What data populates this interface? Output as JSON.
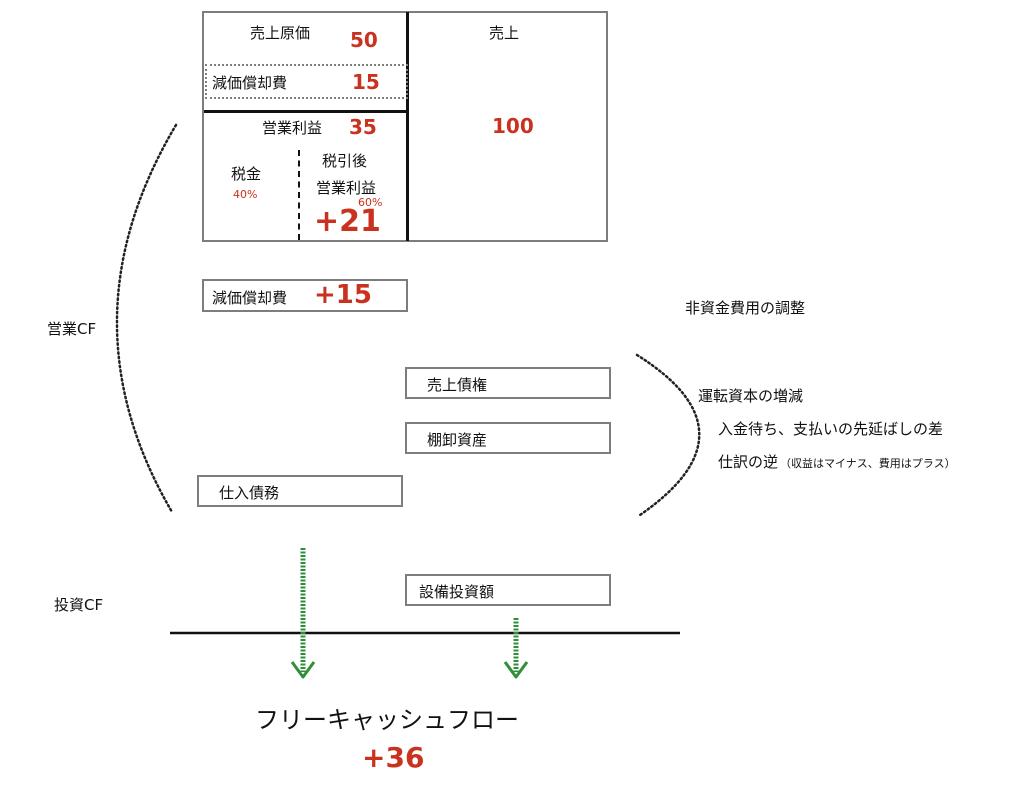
{
  "pl": {
    "cogs_label": "売上原価",
    "cogs_value": "50",
    "depreciation_label": "減価償却費",
    "depreciation_value": "15",
    "operating_profit_label": "営業利益",
    "operating_profit_value": "35",
    "tax_label": "税金",
    "tax_rate": "40%",
    "after_tax_label_1": "税引後",
    "after_tax_label_2": "営業利益",
    "after_tax_rate": "60%",
    "after_tax_value": "+21",
    "sales_label": "売上",
    "sales_value": "100"
  },
  "adjust": {
    "depreciation_label": "減価償却費",
    "depreciation_value": "+15",
    "note": "非資金費用の調整"
  },
  "working_capital": {
    "receivables": "売上債権",
    "inventory": "棚卸資産",
    "payables": "仕入債務",
    "note_1": "運転資本の増減",
    "note_2": "入金待ち、支払いの先延ばしの差",
    "note_3": "仕訳の逆",
    "note_3_small": "（収益はマイナス、費用はプラス）"
  },
  "sections": {
    "operating_cf": "営業CF",
    "investing_cf": "投資CF"
  },
  "investment": {
    "capex_label": "設備投資額"
  },
  "result": {
    "fcf_label": "フリーキャッシュフロー",
    "fcf_value": "+36"
  },
  "colors": {
    "accent_red": "#c8321e",
    "arrow_green": "#2f8f3a",
    "box_border": "#7d7d7d"
  }
}
